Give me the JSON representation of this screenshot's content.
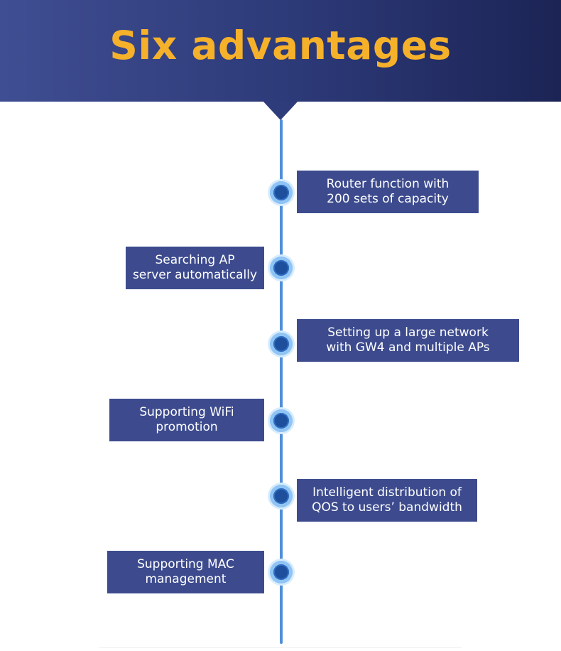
{
  "header": {
    "title": "Six advantages"
  },
  "advantages": [
    {
      "line1": "Router function with",
      "line2": "200 sets of capacity"
    },
    {
      "line1": "Searching AP",
      "line2": "server automatically"
    },
    {
      "line1": "Setting up a large network",
      "line2": "with GW4 and multiple APs"
    },
    {
      "line1": "Supporting WiFi",
      "line2": "promotion"
    },
    {
      "line1": "Intelligent distribution of",
      "line2": "QOS to users’  bandwidth"
    },
    {
      "line1": "Supporting MAC",
      "line2": "management"
    }
  ],
  "colors": {
    "header_bg": "#2c3977",
    "title": "#f6b12a",
    "box_bg": "#3d4b8e",
    "timeline": "#4f8fd8"
  }
}
